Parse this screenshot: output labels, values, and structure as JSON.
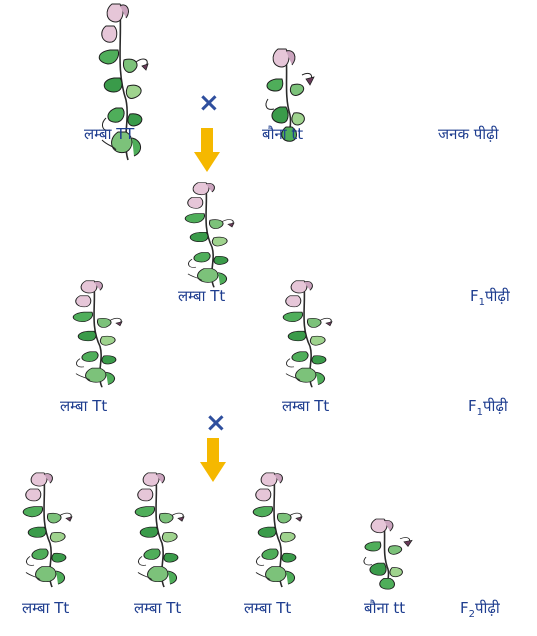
{
  "labels": {
    "p_tall": "लम्बा TT",
    "p_short": "बौना tt",
    "p_gen": "जनक पीढ़ी",
    "f1_single": "लम्बा  Tt",
    "f1_gen_label": "पीढ़ी",
    "f1a": "लम्बा  Tt",
    "f1b": "लम्बा  Tt",
    "f_letter": "F",
    "sub_1": "1",
    "sub_2": "2",
    "f2_1": "लम्बा  Tt",
    "f2_2": "लम्बा  Tt",
    "f2_3": "लम्बा  Tt",
    "f2_4": "बौना tt",
    "cross_symbol": "×"
  },
  "colors": {
    "label": "#1e3d8f",
    "cross": "#2f4f9e",
    "arrow": "#f5b800",
    "leaf": "#3a9b4a",
    "flower": "#e6c6d8"
  }
}
